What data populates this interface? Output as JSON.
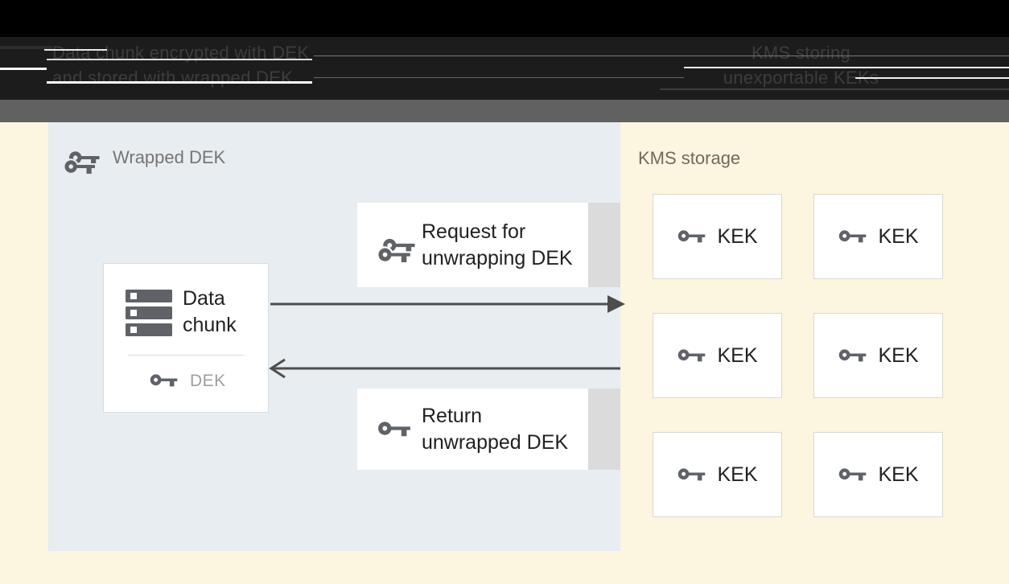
{
  "header": {
    "left_caption_line1": "Data chunk encrypted with DEK",
    "left_caption_line2": "and stored with wrapped DEK",
    "right_caption_line1": "KMS storing",
    "right_caption_line2": "unexportable KEKs"
  },
  "wrapped_dek_panel": {
    "label": "Wrapped DEK",
    "data_chunk_box": {
      "title": "Data chunk",
      "key_label": "DEK"
    },
    "request_box": {
      "label": "Request for unwrapping DEK"
    },
    "return_box": {
      "label": "Return unwrapped DEK"
    }
  },
  "kms_panel": {
    "label": "KMS storage",
    "kek_labels": [
      "KEK",
      "KEK",
      "KEK",
      "KEK",
      "KEK",
      "KEK"
    ]
  },
  "icons": {
    "wrapped_dek": "double-key-icon",
    "request": "double-key-icon",
    "return": "key-icon",
    "dek": "key-icon",
    "kek": "key-icon",
    "data_chunk": "server-stack-icon"
  },
  "colors": {
    "header_bg": "#1C1C1C",
    "header_text": "#3D3D3D",
    "gray_band": "#616161",
    "cream_bg": "#FCF6E0",
    "panel_bg": "#E8EDF1",
    "box_bg": "#FFFFFF",
    "box_shadow_strip": "#DBDBDB",
    "icon_gray": "#5F6368",
    "text_dark": "#212121",
    "muted_text": "#757575",
    "kms_label_text": "#6F6A60",
    "arrow": "#4D4D4D"
  }
}
